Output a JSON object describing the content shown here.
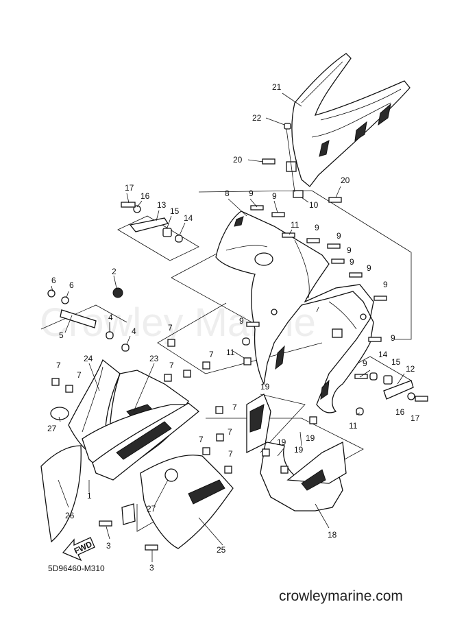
{
  "diagram": {
    "watermark": "Crowley Marine",
    "reference_code": "5D96460-M310",
    "footer_site": "crowleymarine.com",
    "direction_arrow": "FWD",
    "callouts": [
      {
        "id": "c21a",
        "label": "21"
      },
      {
        "id": "c22",
        "label": "22"
      },
      {
        "id": "c20a",
        "label": "20"
      },
      {
        "id": "c20b",
        "label": "20"
      },
      {
        "id": "c10",
        "label": "10"
      },
      {
        "id": "c8",
        "label": "8"
      },
      {
        "id": "c9a",
        "label": "9"
      },
      {
        "id": "c9b",
        "label": "9"
      },
      {
        "id": "c11a",
        "label": "11"
      },
      {
        "id": "c9c",
        "label": "9"
      },
      {
        "id": "c9d",
        "label": "9"
      },
      {
        "id": "c9e",
        "label": "9"
      },
      {
        "id": "c9f",
        "label": "9"
      },
      {
        "id": "c9g",
        "label": "9"
      },
      {
        "id": "c9h",
        "label": "9"
      },
      {
        "id": "c9i",
        "label": "9"
      },
      {
        "id": "c17a",
        "label": "17"
      },
      {
        "id": "c16a",
        "label": "16"
      },
      {
        "id": "c13",
        "label": "13"
      },
      {
        "id": "c15a",
        "label": "15"
      },
      {
        "id": "c14a",
        "label": "14"
      },
      {
        "id": "c2",
        "label": "2"
      },
      {
        "id": "c6a",
        "label": "6"
      },
      {
        "id": "c6b",
        "label": "6"
      },
      {
        "id": "c5",
        "label": "5"
      },
      {
        "id": "c4a",
        "label": "4"
      },
      {
        "id": "c4b",
        "label": "4"
      },
      {
        "id": "c7a",
        "label": "7"
      },
      {
        "id": "c7b",
        "label": "7"
      },
      {
        "id": "c7c",
        "label": "7"
      },
      {
        "id": "c7d",
        "label": "7"
      },
      {
        "id": "c7e",
        "label": "7"
      },
      {
        "id": "c24",
        "label": "24"
      },
      {
        "id": "c23",
        "label": "23"
      },
      {
        "id": "c9j",
        "label": "9"
      },
      {
        "id": "c11b",
        "label": "11"
      },
      {
        "id": "c19a",
        "label": "19"
      },
      {
        "id": "c14b",
        "label": "14"
      },
      {
        "id": "c15b",
        "label": "15"
      },
      {
        "id": "c12",
        "label": "12"
      },
      {
        "id": "c9k",
        "label": "9"
      },
      {
        "id": "c16b",
        "label": "16"
      },
      {
        "id": "c17b",
        "label": "17"
      },
      {
        "id": "c11c",
        "label": "11"
      },
      {
        "id": "c27a",
        "label": "27"
      },
      {
        "id": "c7f",
        "label": "7"
      },
      {
        "id": "c7g",
        "label": "7"
      },
      {
        "id": "c7h",
        "label": "7"
      },
      {
        "id": "c7i",
        "label": "7"
      },
      {
        "id": "c19b",
        "label": "19"
      },
      {
        "id": "c19c",
        "label": "19"
      },
      {
        "id": "c19d",
        "label": "19"
      },
      {
        "id": "c1",
        "label": "1"
      },
      {
        "id": "c26",
        "label": "26"
      },
      {
        "id": "c27b",
        "label": "27"
      },
      {
        "id": "c18",
        "label": "18"
      },
      {
        "id": "c3a",
        "label": "3"
      },
      {
        "id": "c25",
        "label": "25"
      },
      {
        "id": "c3b",
        "label": "3"
      }
    ]
  }
}
